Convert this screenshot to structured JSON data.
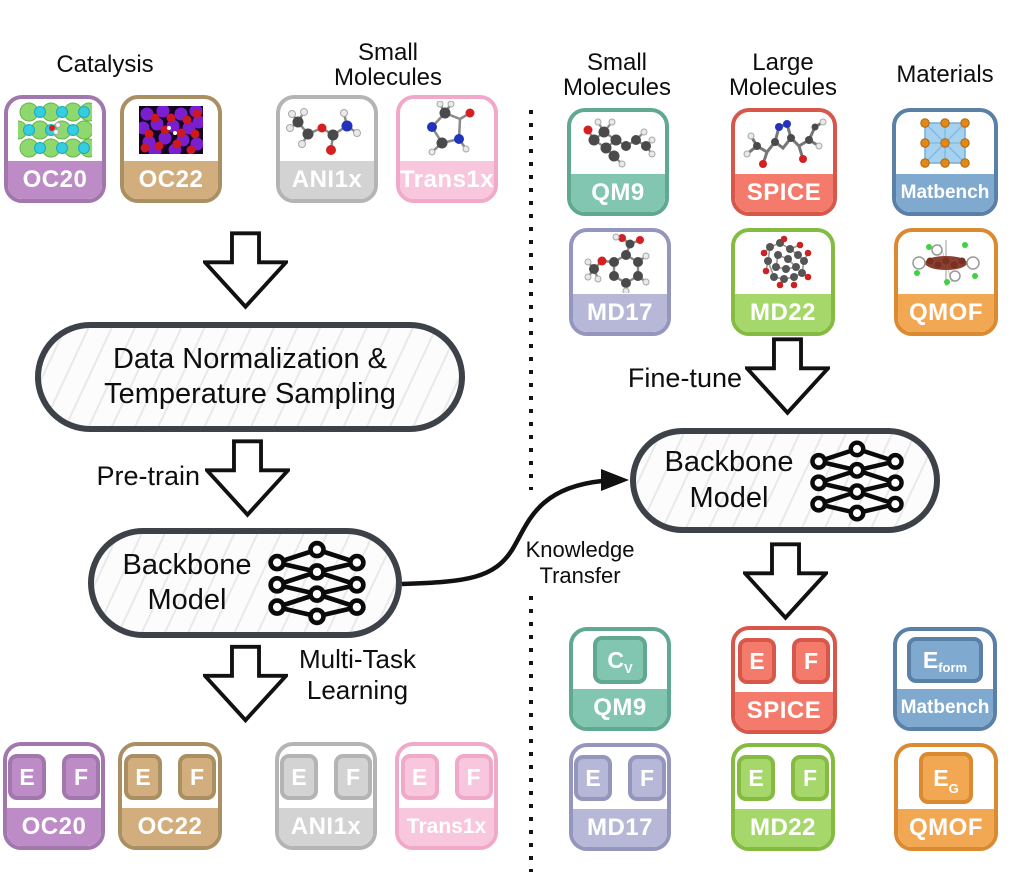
{
  "palette": {
    "oc20": {
      "fill": "#bd8cc7",
      "border": "#a177ad"
    },
    "oc22": {
      "fill": "#d2ae7e",
      "border": "#a98f62"
    },
    "ani1x": {
      "fill": "#d3d3d3",
      "border": "#b4b4b4"
    },
    "trans1x": {
      "fill": "#f8c7dd",
      "border": "#f0a9c9"
    },
    "qm9": {
      "fill": "#82c6b1",
      "border": "#60a890"
    },
    "spice": {
      "fill": "#f47a6b",
      "border": "#d7584a"
    },
    "matbench": {
      "fill": "#80a9d0",
      "border": "#5a80a8"
    },
    "md17": {
      "fill": "#b7b8d7",
      "border": "#9496bd"
    },
    "md22": {
      "fill": "#a5d76b",
      "border": "#85bb41"
    },
    "qmof": {
      "fill": "#f2a853",
      "border": "#da8a31"
    },
    "outline": "#3d4249",
    "arrow": "#111111"
  },
  "headings": {
    "catalysis": "Catalysis",
    "small_molecules_left": [
      "Small",
      "Molecules"
    ],
    "small_molecules_right": [
      "Small",
      "Molecules"
    ],
    "large_molecules": [
      "Large",
      "Molecules"
    ],
    "materials": "Materials"
  },
  "datasets": {
    "oc20": "OC20",
    "oc22": "OC22",
    "ani1x": "ANI1x",
    "trans1x": "Trans1x",
    "qm9": "QM9",
    "spice": "SPICE",
    "matbench": "Matbench",
    "md17": "MD17",
    "md22": "MD22",
    "qmof": "QMOF"
  },
  "process_box": [
    "Data Normalization &",
    "Temperature Sampling"
  ],
  "backbone": [
    "Backbone",
    "Model"
  ],
  "labels": {
    "pretrain": "Pre-train",
    "finetune": "Fine-tune",
    "multitask": [
      "Multi-Task",
      "Learning"
    ],
    "knowledge_transfer": [
      "Knowledge",
      "Transfer"
    ]
  },
  "badges": {
    "energy": "E",
    "force": "F",
    "cv": {
      "main": "C",
      "sub": "V"
    },
    "eform": {
      "main": "E",
      "sub": "form"
    },
    "eg": {
      "main": "E",
      "sub": "G"
    }
  }
}
